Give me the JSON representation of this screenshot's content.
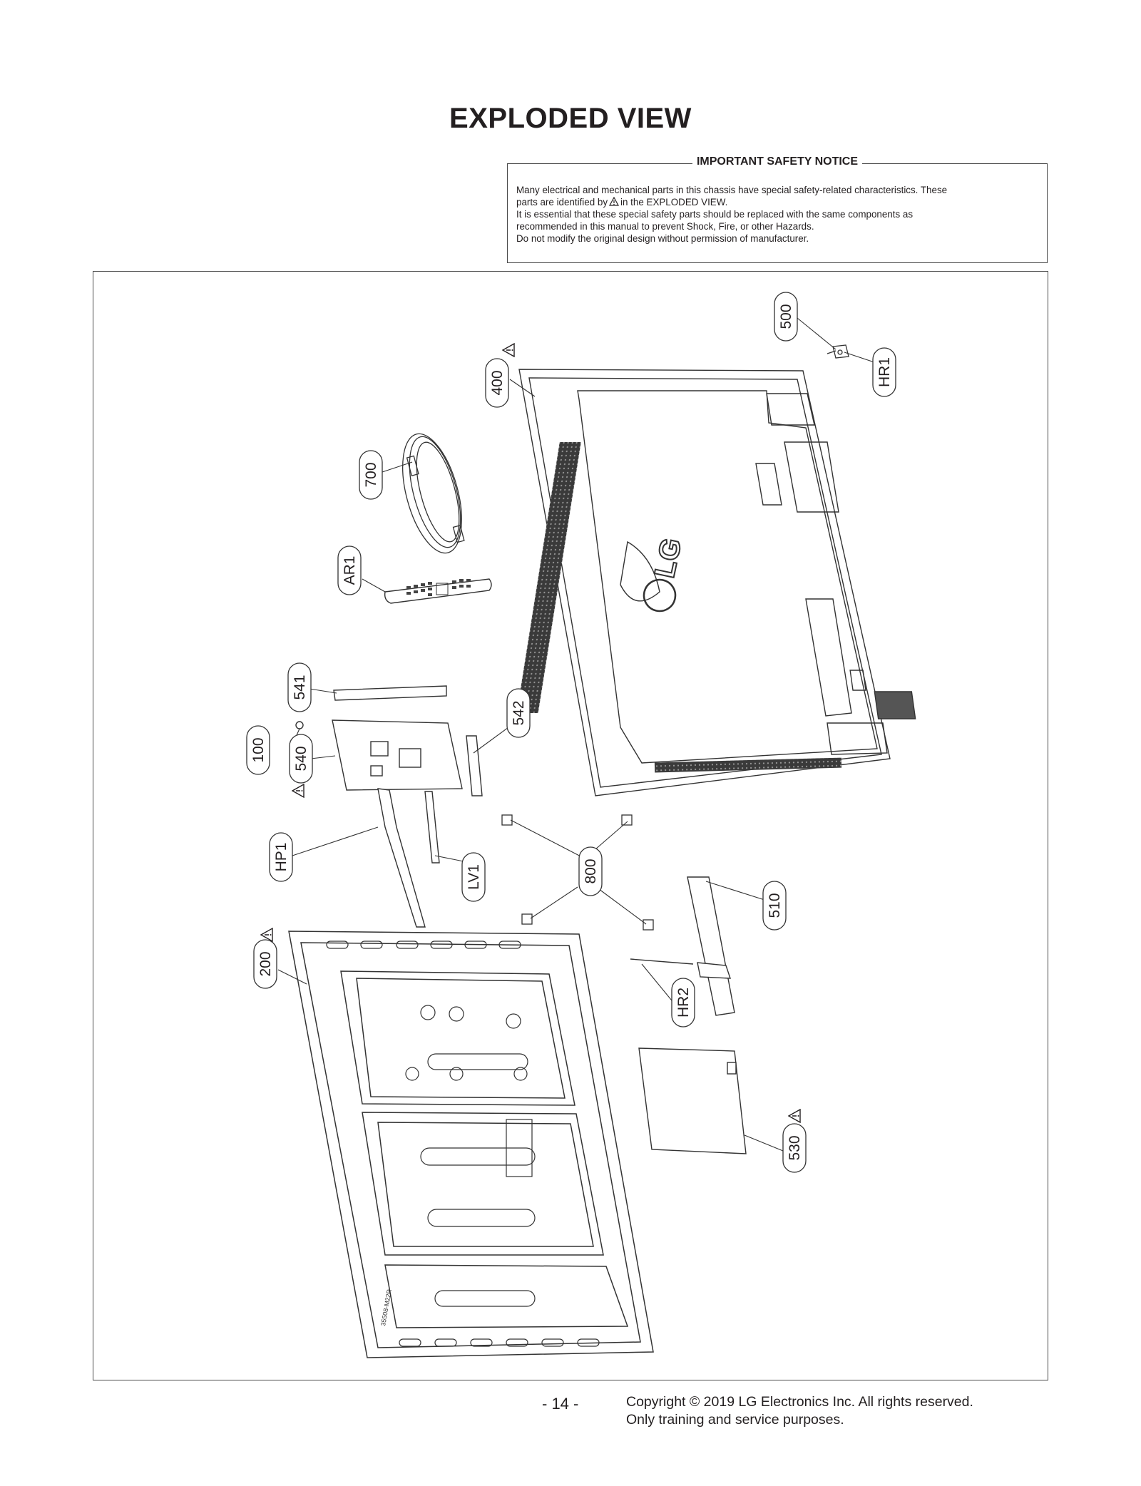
{
  "page": {
    "title": "EXPLODED VIEW"
  },
  "safety_notice": {
    "heading": "IMPORTANT SAFETY NOTICE",
    "line1": "Many electrical and mechanical parts in this chassis have special safety-related characteristics. These",
    "line2_pre": "parts are identified by",
    "line2_post": "in the EXPLODED VIEW.",
    "line3": "It is essential that these special safety parts should be replaced with the same components as",
    "line4": "recommended in this manual to prevent Shock, Fire, or other Hazards.",
    "line5": "Do not modify the original design without permission of manufacturer."
  },
  "diagram": {
    "part_labels": {
      "p500": "500",
      "hr1": "HR1",
      "p400": "400",
      "p700": "700",
      "ar1": "AR1",
      "p541": "541",
      "p542": "542",
      "p100": "100",
      "p540": "540",
      "hp1": "HP1",
      "lv1": "LV1",
      "p800": "800",
      "p510": "510",
      "p200": "200",
      "hr2": "HR2",
      "p530": "530"
    },
    "panel_markings": {
      "logo": "LG",
      "model_code": "35508-M22R"
    }
  },
  "footer": {
    "page_number": "- 14 -",
    "copyright": "Copyright © 2019 LG Electronics Inc. All rights reserved.",
    "usage": "Only training and service purposes."
  }
}
